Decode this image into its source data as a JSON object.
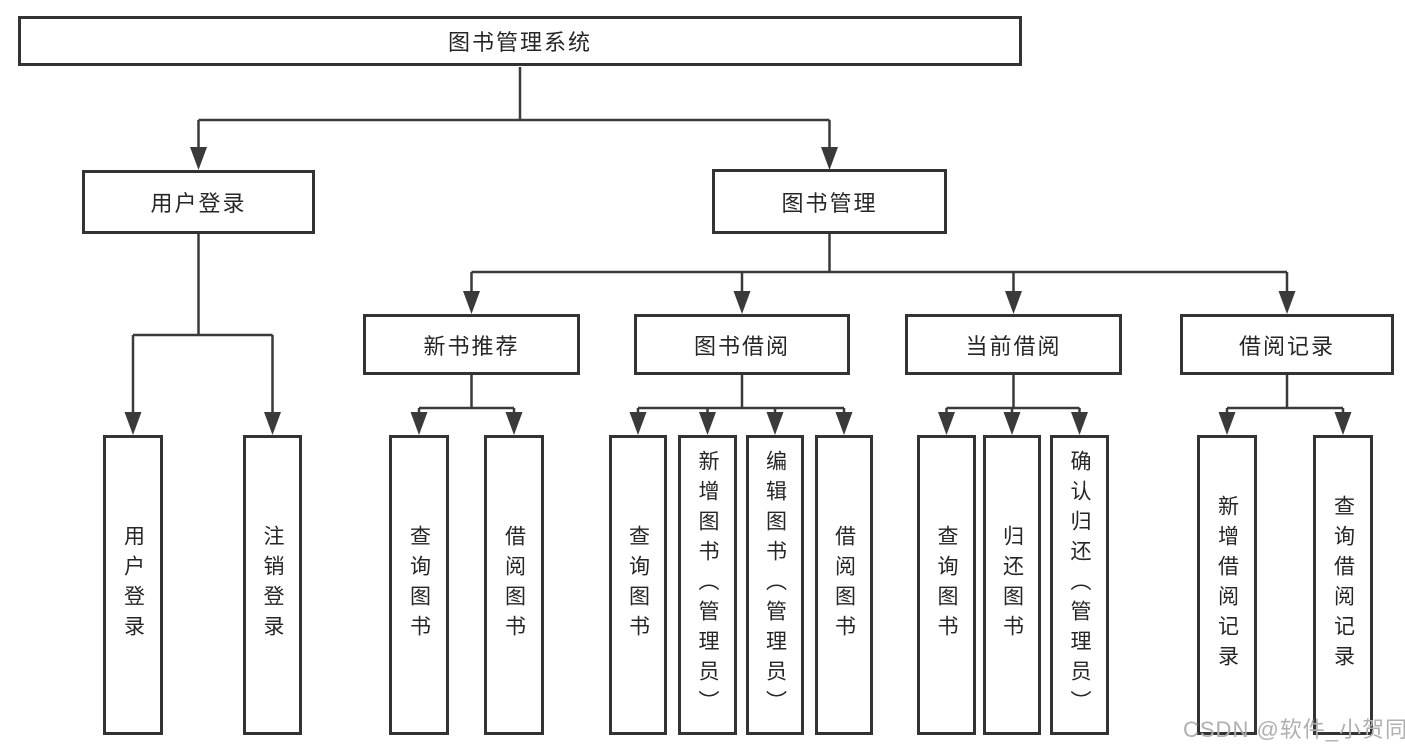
{
  "diagram": {
    "root": {
      "label": "图书管理系统"
    },
    "level2": {
      "login": {
        "label": "用户登录"
      },
      "mgmt": {
        "label": "图书管理"
      }
    },
    "level3": {
      "newbook": {
        "label": "新书推荐"
      },
      "borrow": {
        "label": "图书借阅"
      },
      "current": {
        "label": "当前借阅"
      },
      "records": {
        "label": "借阅记录"
      }
    },
    "leaves": {
      "login": [
        "用户登录",
        "注销登录"
      ],
      "newbook": [
        "查询图书",
        "借阅图书"
      ],
      "borrow": [
        "查询图书",
        "新增图书（管理员）",
        "编辑图书（管理员）",
        "借阅图书"
      ],
      "current": [
        "查询图书",
        "归还图书",
        "确认归还（管理员）"
      ],
      "records": [
        "新增借阅记录",
        "查询借阅记录"
      ]
    }
  },
  "watermark": "CSDN @软件_小贺同学",
  "colors": {
    "line": "#3a3a3a",
    "box_border": "#333333",
    "text": "#262626",
    "watermark": "#b0b0b0",
    "background": "#ffffff"
  }
}
